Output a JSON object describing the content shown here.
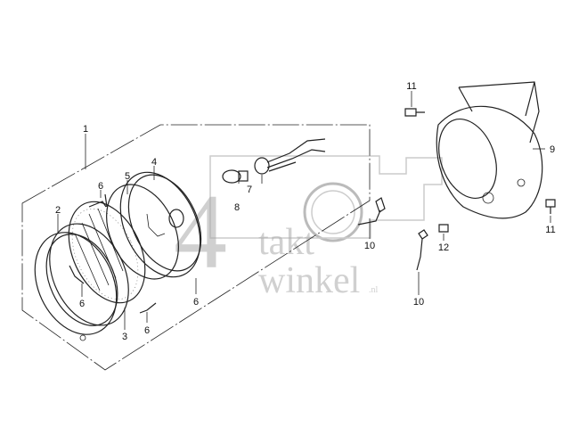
{
  "watermark": {
    "digit": "4",
    "line1": "takt",
    "line2": "winkel",
    "suffix": ".nl"
  },
  "callouts": [
    {
      "id": "c1",
      "label": "1"
    },
    {
      "id": "c2",
      "label": "2"
    },
    {
      "id": "c3",
      "label": "3"
    },
    {
      "id": "c4",
      "label": "4"
    },
    {
      "id": "c5",
      "label": "5"
    },
    {
      "id": "c6a",
      "label": "6"
    },
    {
      "id": "c6b",
      "label": "6"
    },
    {
      "id": "c6c",
      "label": "6"
    },
    {
      "id": "c6d",
      "label": "6"
    },
    {
      "id": "c7",
      "label": "7"
    },
    {
      "id": "c8",
      "label": "8"
    },
    {
      "id": "c9",
      "label": "9"
    },
    {
      "id": "c10a",
      "label": "10"
    },
    {
      "id": "c10b",
      "label": "10"
    },
    {
      "id": "c11a",
      "label": "11"
    },
    {
      "id": "c11b",
      "label": "11"
    },
    {
      "id": "c12",
      "label": "12"
    }
  ]
}
